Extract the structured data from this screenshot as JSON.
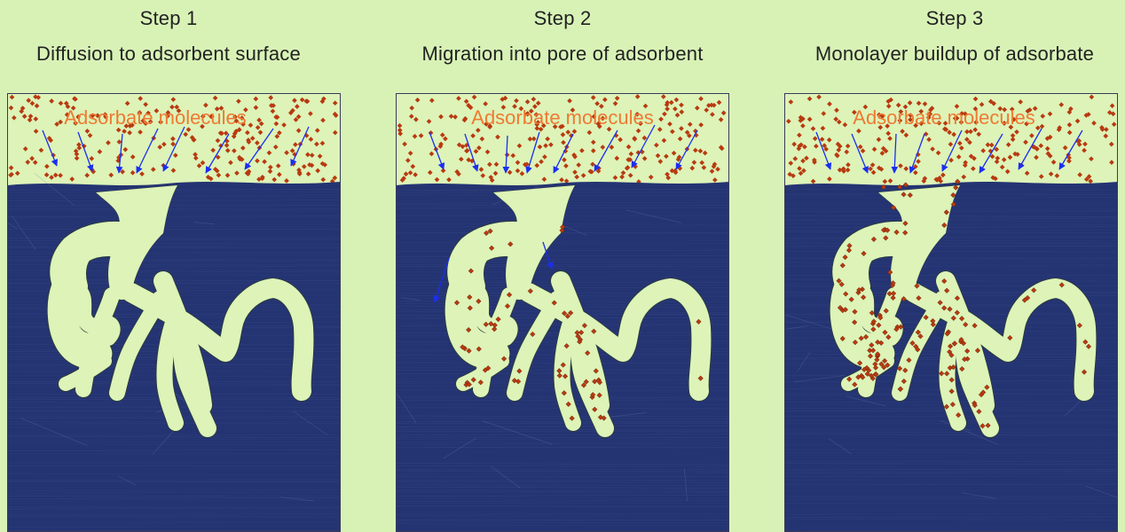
{
  "steps": [
    {
      "step_label": "Step 1",
      "description": "Diffusion to adsorbent surface",
      "region_label": "Adsorbate molecules"
    },
    {
      "step_label": "Step 2",
      "description": "Migration into pore of adsorbent",
      "region_label": "Adsorbate molecules"
    },
    {
      "step_label": "Step 3",
      "description": "Monolayer buildup of adsorbate",
      "region_label": "Adsorbate molecules"
    }
  ],
  "colors": {
    "background": "#d8f2b6",
    "solid": "#243472",
    "pore_fill": "#ddf3b8",
    "molecule": "#b83a10",
    "arrow": "#1a2ef0",
    "label": "#ee7a33"
  }
}
